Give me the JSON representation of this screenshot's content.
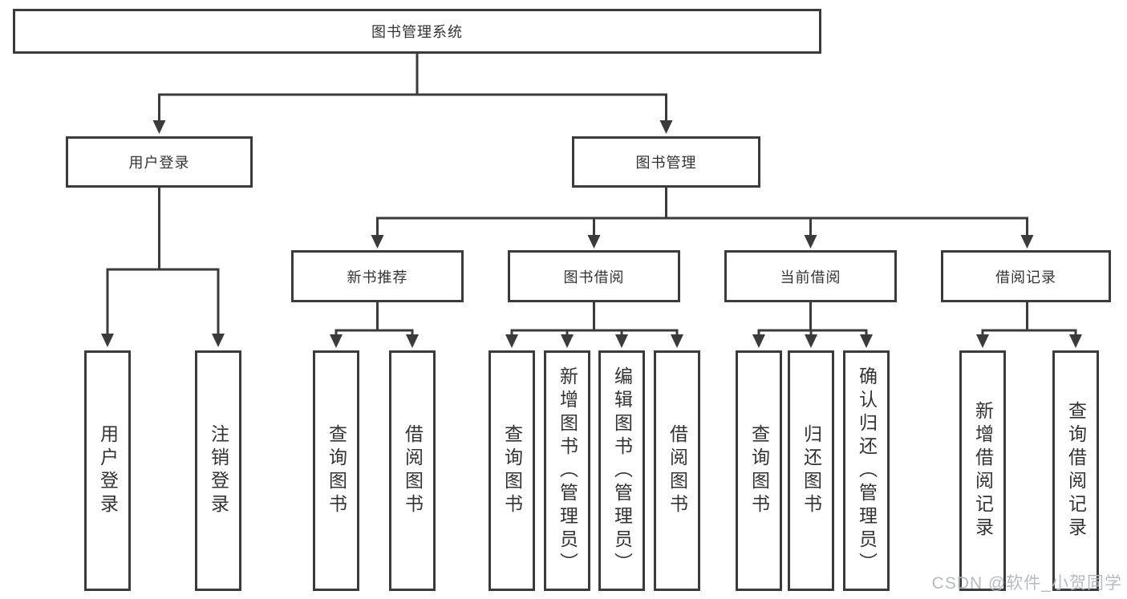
{
  "diagram_title": "图书管理系统",
  "watermark": "CSDN @软件_小贺同学",
  "colors": {
    "line": "#3b3b3b",
    "box_border": "#3b3b3b",
    "text": "#333333",
    "background": "#ffffff",
    "watermark": "#b2b7c0"
  },
  "tree": {
    "root": {
      "label": "图书管理系统",
      "children": [
        {
          "label": "用户登录",
          "children": [
            {
              "label": "用户登录"
            },
            {
              "label": "注销登录"
            }
          ]
        },
        {
          "label": "图书管理",
          "children": [
            {
              "label": "新书推荐",
              "children": [
                {
                  "label": "查询图书"
                },
                {
                  "label": "借阅图书"
                }
              ]
            },
            {
              "label": "图书借阅",
              "children": [
                {
                  "label": "查询图书"
                },
                {
                  "label": "新增图书（管理员）"
                },
                {
                  "label": "编辑图书（管理员）"
                },
                {
                  "label": "借阅图书"
                }
              ]
            },
            {
              "label": "当前借阅",
              "children": [
                {
                  "label": "查询图书"
                },
                {
                  "label": "归还图书"
                },
                {
                  "label": "确认归还（管理员）"
                }
              ]
            },
            {
              "label": "借阅记录",
              "children": [
                {
                  "label": "新增借阅记录"
                },
                {
                  "label": "查询借阅记录"
                }
              ]
            }
          ]
        }
      ]
    }
  }
}
